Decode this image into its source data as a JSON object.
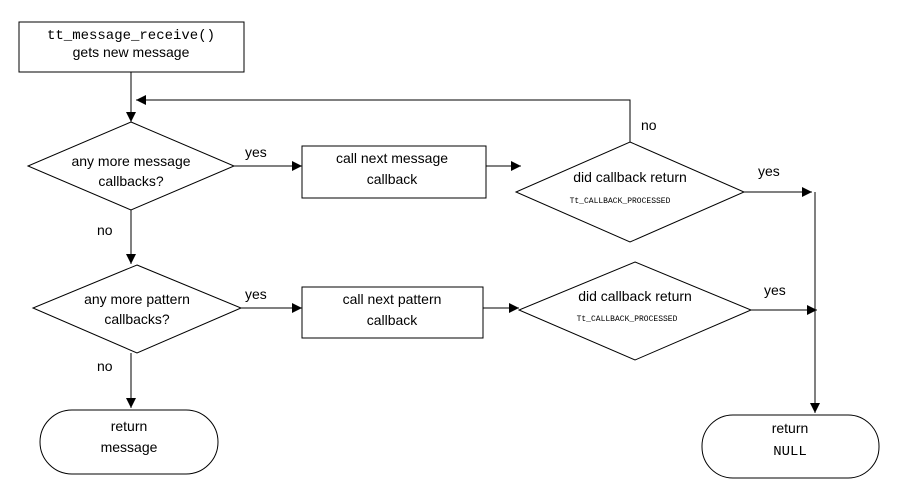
{
  "nodes": {
    "start": {
      "line1": "tt_message_receive()",
      "line2": "gets new message"
    },
    "msg_decision": {
      "line1": "any more message",
      "line2": "callbacks?"
    },
    "msg_call": {
      "line1": "call next message",
      "line2": "callback"
    },
    "msg_check": {
      "line1": "did callback return",
      "line2": "Tt_CALLBACK_PROCESSED"
    },
    "pat_decision": {
      "line1": "any more pattern",
      "line2": "callbacks?"
    },
    "pat_call": {
      "line1": "call next pattern",
      "line2": "callback"
    },
    "pat_check": {
      "line1": "did callback return",
      "line2": "Tt_CALLBACK_PROCESSED"
    },
    "return_message": {
      "line1": "return",
      "line2": "message"
    },
    "return_null": {
      "line1": "return",
      "line2": "NULL"
    }
  },
  "edge_labels": {
    "msg_yes": "yes",
    "msg_check_no": "no",
    "msg_check_yes": "yes",
    "msg_no": "no",
    "pat_yes": "yes",
    "pat_check_yes": "yes",
    "pat_no": "no"
  },
  "colors": {
    "stroke": "#000000",
    "fill": "#ffffff",
    "background": "#ffffff"
  }
}
